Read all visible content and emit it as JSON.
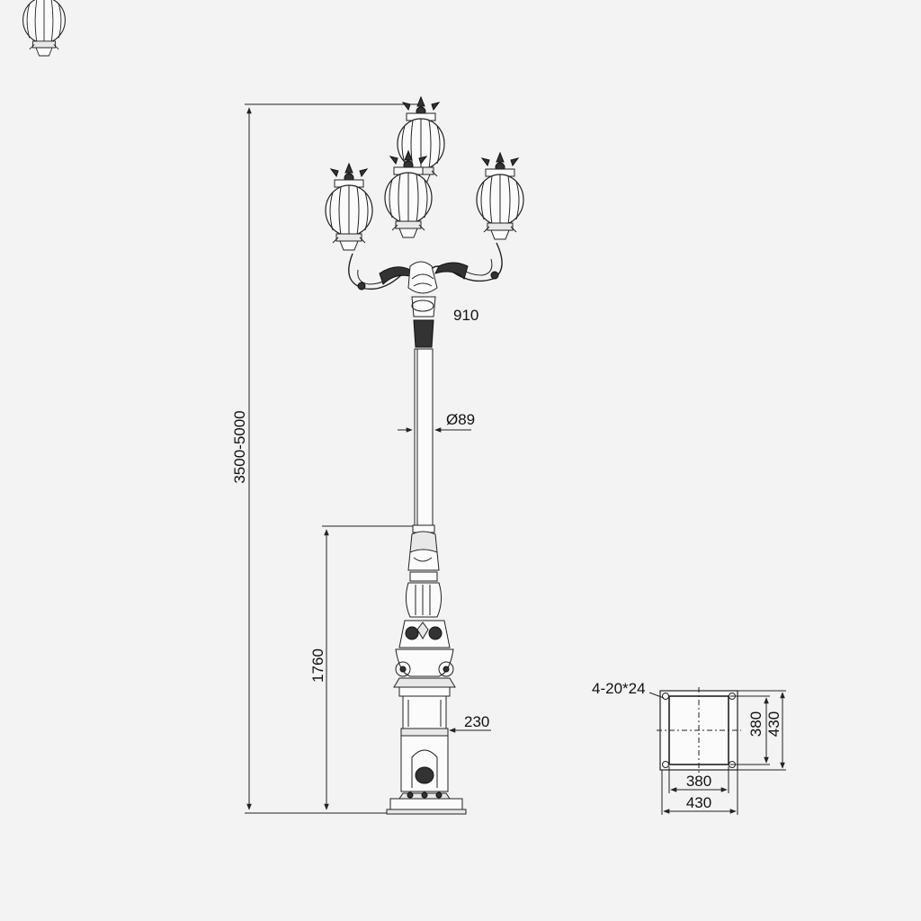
{
  "dimensions": {
    "total_height": "3500-5000",
    "arm_span": "910",
    "pole_diameter": "Ø89",
    "base_height": "1760",
    "base_width": "230"
  },
  "flange": {
    "bolt_spec": "4-20*24",
    "inner_width": "380",
    "outer_width": "430",
    "inner_height": "380",
    "outer_height": "430"
  }
}
